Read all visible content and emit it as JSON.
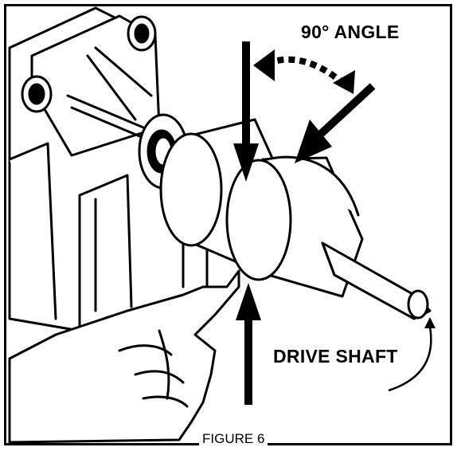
{
  "figure": {
    "angle_label": "90° ANGLE",
    "shaft_label": "DRIVE SHAFT",
    "caption": "FIGURE 6"
  },
  "icons": {
    "vertical_arrows": "arrow-icon",
    "diagonal_arrow": "arrow-icon",
    "angle_arc": "curved-double-arrow-icon",
    "rotation_arrow": "curved-arrow-icon"
  },
  "colors": {
    "ink": "#000000",
    "paper": "#ffffff"
  }
}
